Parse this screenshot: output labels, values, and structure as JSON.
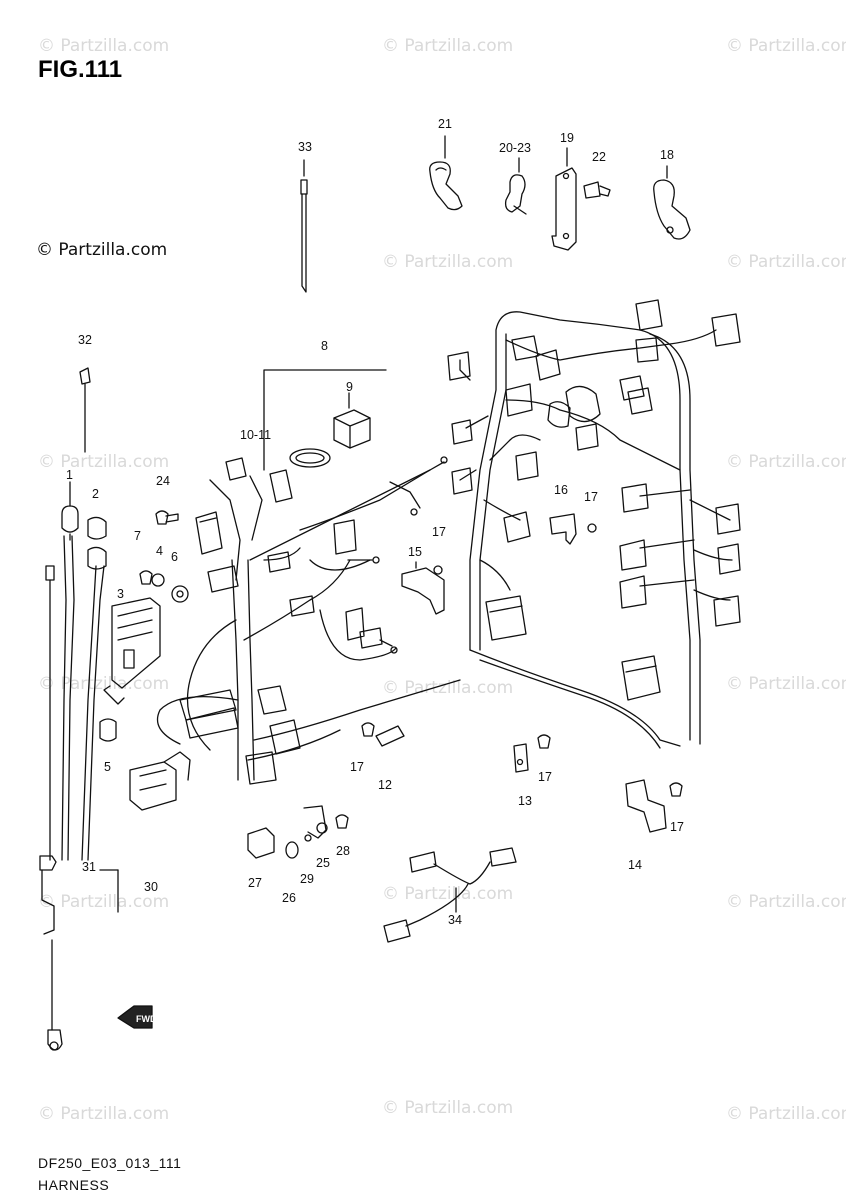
{
  "figure": {
    "title": "FIG.111",
    "copyright": "© Partzilla.com",
    "watermark": "© Partzilla.com",
    "diagram_code": "DF250_E03_013_111",
    "section_name": "HARNESS",
    "fwd_badge": "FWD"
  },
  "callouts": {
    "c1": "1",
    "c2": "2",
    "c3": "3",
    "c4": "4",
    "c5": "5",
    "c6": "6",
    "c7": "7",
    "c8": "8",
    "c9": "9",
    "c10_11": "10-11",
    "c12": "12",
    "c13": "13",
    "c14": "14",
    "c15": "15",
    "c16": "16",
    "c17a": "17",
    "c17b": "17",
    "c17c": "17",
    "c17d": "17",
    "c17e": "17",
    "c18": "18",
    "c19": "19",
    "c20_23": "20-23",
    "c21": "21",
    "c22": "22",
    "c24": "24",
    "c25": "25",
    "c26": "26",
    "c27": "27",
    "c28": "28",
    "c29": "29",
    "c30": "30",
    "c31": "31",
    "c32": "32",
    "c33": "33",
    "c34": "34"
  },
  "colors": {
    "line": "#111111",
    "watermark": "#d9d9d9",
    "background": "#ffffff"
  }
}
